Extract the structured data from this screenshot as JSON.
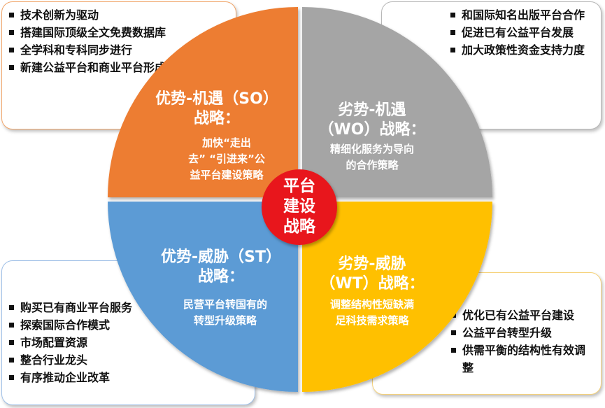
{
  "center": {
    "lines": [
      "平台",
      "建设",
      "战略"
    ]
  },
  "quadrants": {
    "so": {
      "title_lines": [
        "优势-机遇（SO）",
        "战略："
      ],
      "text_lines": [
        "加快“走出",
        "去”  “引进来”公",
        "益平台建设策略"
      ],
      "color": "#ED7D31"
    },
    "wo": {
      "title_lines": [
        "劣势-机遇",
        "（WO）战略："
      ],
      "text_lines": [
        "精细化服务为导向",
        "的合作策略"
      ],
      "color": "#A5A5A5"
    },
    "st": {
      "title_lines": [
        "优势-威胁（ST）",
        "战略："
      ],
      "text_lines": [
        "民营平台转国有的",
        "转型升级策略"
      ],
      "color": "#5B9BD5"
    },
    "wt": {
      "title_lines": [
        "劣势-威胁",
        "（WT）战略："
      ],
      "text_lines": [
        "调整结构性短缺满",
        "足科技需求策略"
      ],
      "color": "#FFC000"
    }
  },
  "boxes": {
    "so": [
      "技术创新为驱动",
      "搭建国际顶级全文免费数据库",
      "全学科和专科同步进行",
      "新建公益平台和商业平台形成有益补充"
    ],
    "wo": [
      "和国际知名出版平台合作",
      "促进已有公益平台发展",
      "加大政策性资金支持力度"
    ],
    "st": [
      "购买已有商业平台服务",
      "探索国际合作模式",
      "市场配置资源",
      "整合行业龙头",
      "有序推动企业改革"
    ],
    "wt": [
      "优化已有公益平台建设",
      "公益平台转型升级",
      "供需平衡的结构性有效调整"
    ]
  },
  "center_color": "#E8191A"
}
